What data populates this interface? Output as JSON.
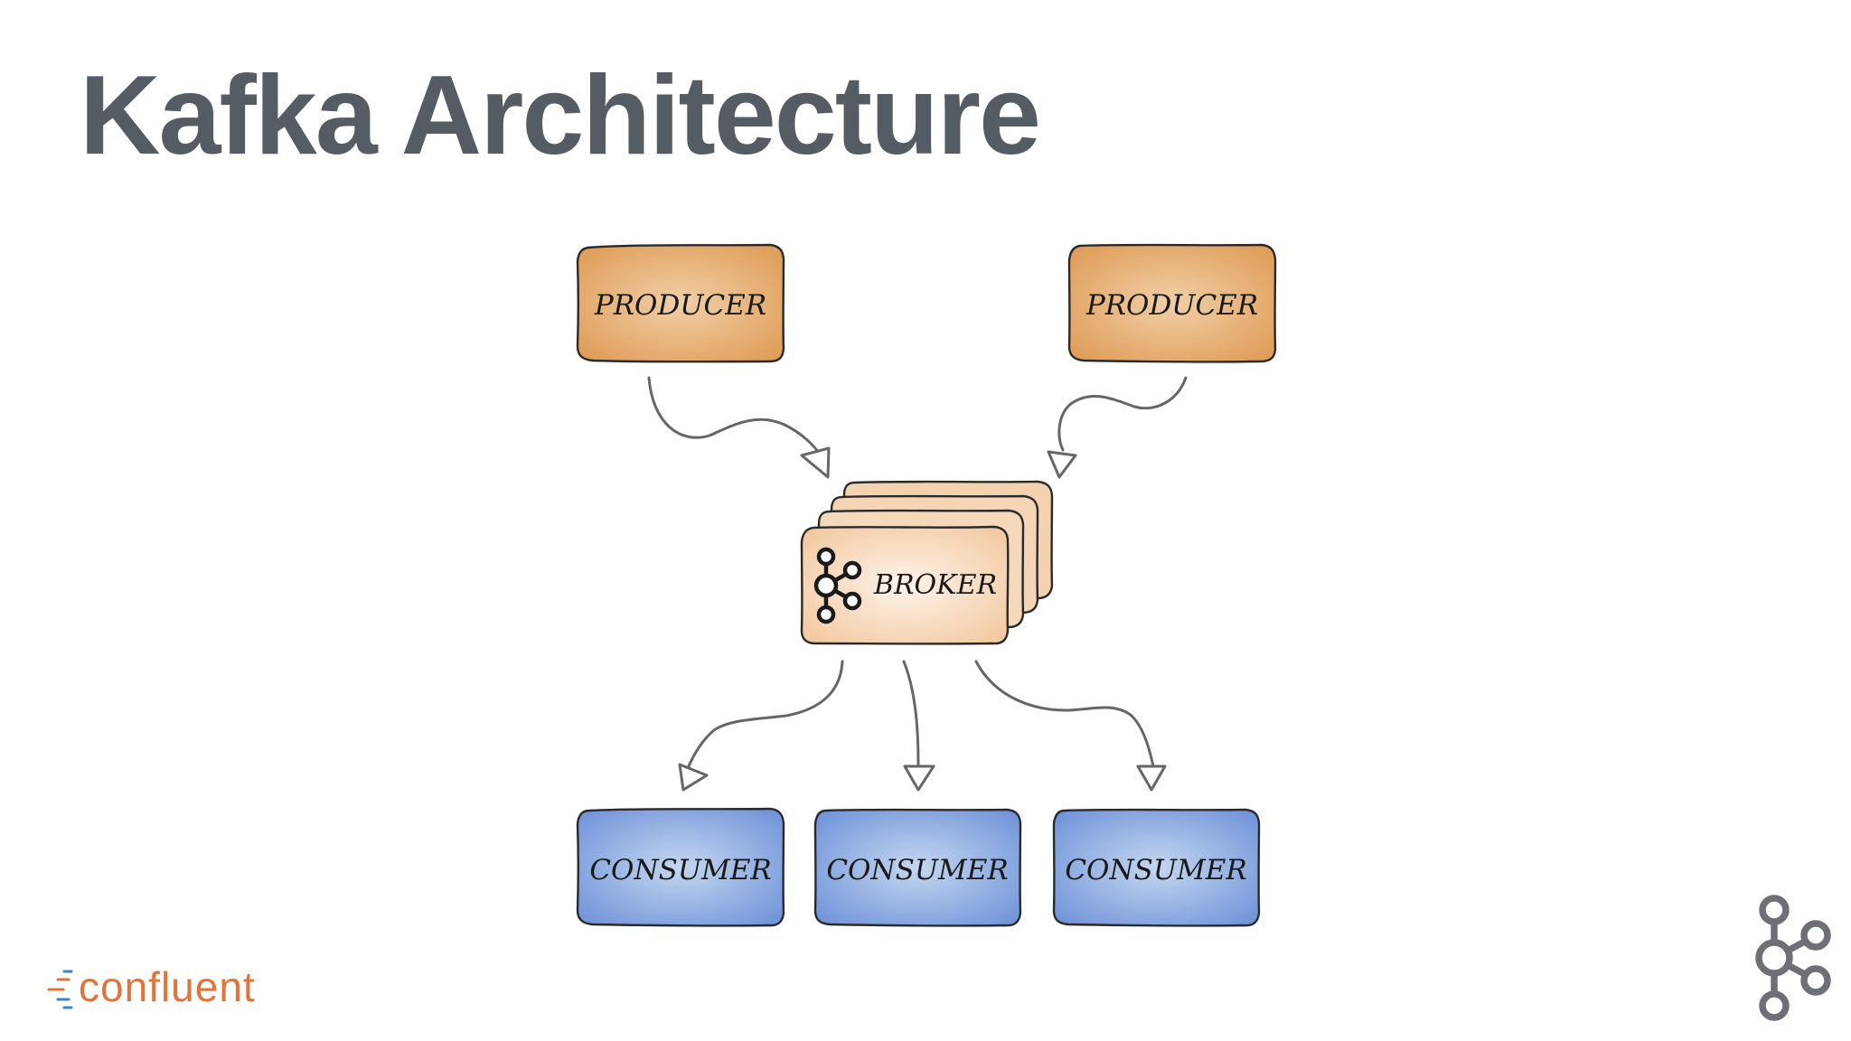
{
  "slide": {
    "title": "Kafka Architecture"
  },
  "diagram": {
    "producers": [
      {
        "label": "PRODUCER"
      },
      {
        "label": "PRODUCER"
      }
    ],
    "broker": {
      "label": "BROKER",
      "icon": "kafka-logo-icon"
    },
    "consumers": [
      {
        "label": "CONSUMER"
      },
      {
        "label": "CONSUMER"
      },
      {
        "label": "CONSUMER"
      }
    ]
  },
  "footer": {
    "brand": "confluent",
    "corner_icon": "kafka-logo-icon"
  },
  "colors": {
    "title": "#565c63",
    "producer_fill": "#e3a86a",
    "broker_fill": "#f7dcc0",
    "consumer_fill": "#8eaee0",
    "arrow": "#666666",
    "brand_orange": "#e0753a",
    "brand_blue": "#3a86c8",
    "corner_logo": "#6d7177"
  }
}
